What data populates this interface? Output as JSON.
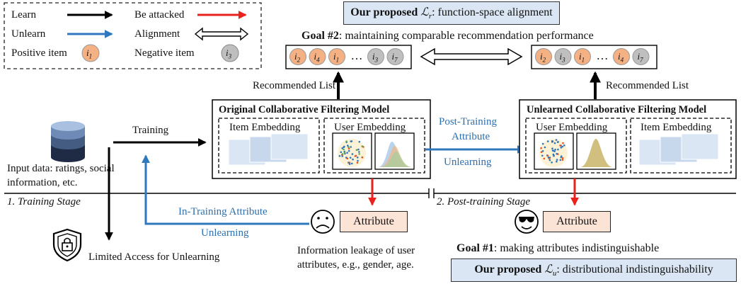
{
  "legend": {
    "learn": "Learn",
    "unlearn": "Unlearn",
    "positive_item": "Positive item",
    "be_attacked": "Be attacked",
    "alignment": "Alignment",
    "negative_item": "Negative item",
    "positive_token": "i",
    "positive_sub": "1",
    "negative_token": "i",
    "negative_sub": "3"
  },
  "colors": {
    "learn": "#000000",
    "unlearn": "#2f78bd",
    "attacked": "#e8231e",
    "positive": "#f4b183",
    "negative": "#bfbfbf",
    "callout_bg": "#dae6f3",
    "attribute_bg": "#fbe3d6"
  },
  "callout_top": {
    "bold": "Our proposed ",
    "symbol": "ℒ",
    "sub": "r",
    "rest": ": function-space alignment"
  },
  "callout_bottom": {
    "bold": "Our proposed ",
    "symbol": "ℒ",
    "sub": "u",
    "rest": ": distributional indistinguishability"
  },
  "goal2": {
    "bold": "Goal #2",
    "rest": ": maintaining comparable recommendation performance"
  },
  "goal1": {
    "bold": "Goal #1",
    "rest": ": making attributes indistinguishable"
  },
  "left_list": [
    {
      "sub": "2",
      "kind": "positive"
    },
    {
      "sub": "4",
      "kind": "positive"
    },
    {
      "sub": "1",
      "kind": "positive"
    },
    {
      "sub": "…",
      "kind": "ellipsis"
    },
    {
      "sub": "3",
      "kind": "negative"
    },
    {
      "sub": "7",
      "kind": "negative"
    }
  ],
  "right_list": [
    {
      "sub": "2",
      "kind": "positive"
    },
    {
      "sub": "3",
      "kind": "negative"
    },
    {
      "sub": "1",
      "kind": "positive"
    },
    {
      "sub": "…",
      "kind": "ellipsis"
    },
    {
      "sub": "4",
      "kind": "positive"
    },
    {
      "sub": "7",
      "kind": "negative"
    }
  ],
  "recommended_left": "Recommended List",
  "recommended_right": "Recommended List",
  "original_model": {
    "title": "Original Collaborative Filtering Model",
    "item_embedding": "Item Embedding",
    "user_embedding": "User Embedding"
  },
  "unlearned_model": {
    "title": "Unlearned Collaborative Filtering Model",
    "user_embedding": "User Embedding",
    "item_embedding": "Item Embedding"
  },
  "training": "Training",
  "input_line1": "Input data: ratings, social",
  "input_line2": "information, etc.",
  "post_training_line1": "Post-Training",
  "post_training_line2": "Attribute",
  "post_training_line3": "Unlearning",
  "in_training_line1": "In-Training Attribute",
  "in_training_line2": "Unlearning",
  "stage1": "1. Training Stage",
  "stage2": "2. Post-training Stage",
  "attribute_left": "Attribute",
  "attribute_right": "Attribute",
  "leakage_line1": "Information leakage of user",
  "leakage_line2": "attributes, e.g., gender, age.",
  "limited_access": "Limited Access for Unlearning"
}
